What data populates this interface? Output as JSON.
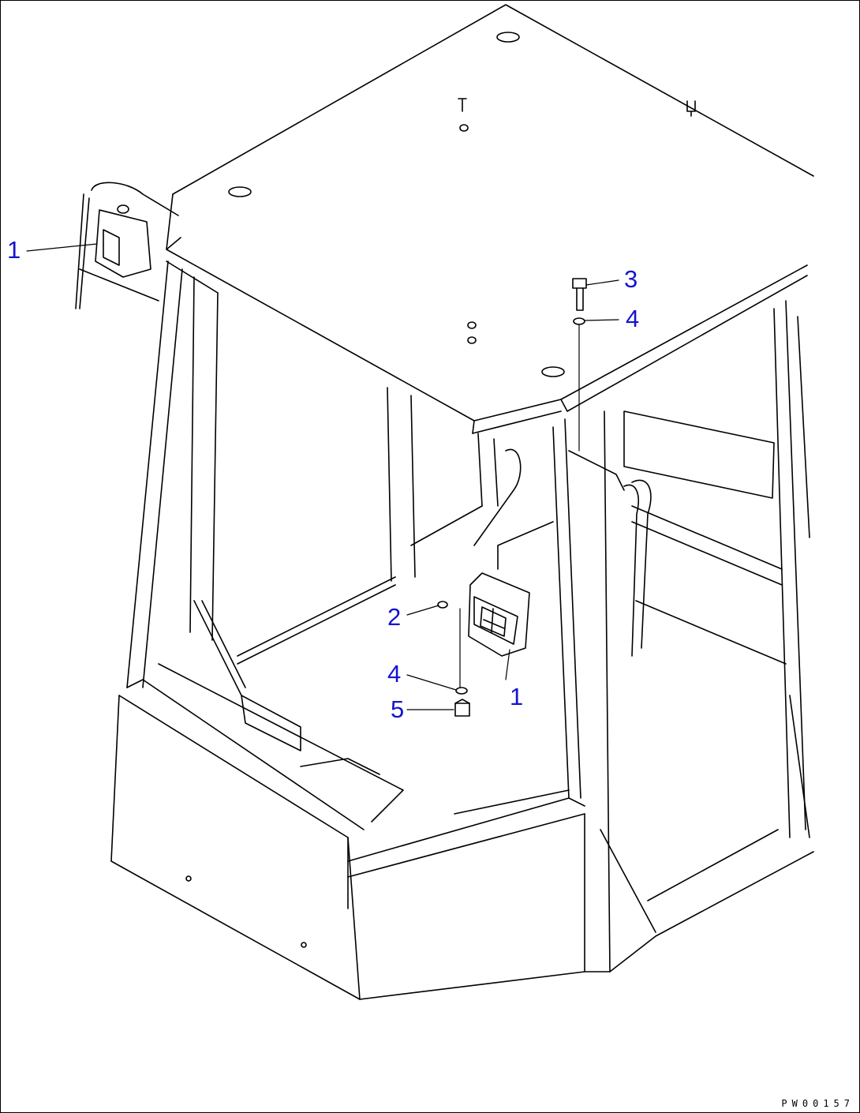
{
  "colors": {
    "line": "#000000",
    "callout": "#1515d0",
    "background": "#ffffff"
  },
  "callouts": [
    {
      "id": "c1a",
      "label": "1"
    },
    {
      "id": "c3",
      "label": "3"
    },
    {
      "id": "c4a",
      "label": "4"
    },
    {
      "id": "c2",
      "label": "2"
    },
    {
      "id": "c4b",
      "label": "4"
    },
    {
      "id": "c5",
      "label": "5"
    },
    {
      "id": "c1b",
      "label": "1"
    }
  ],
  "drawing_code": "PW00157"
}
